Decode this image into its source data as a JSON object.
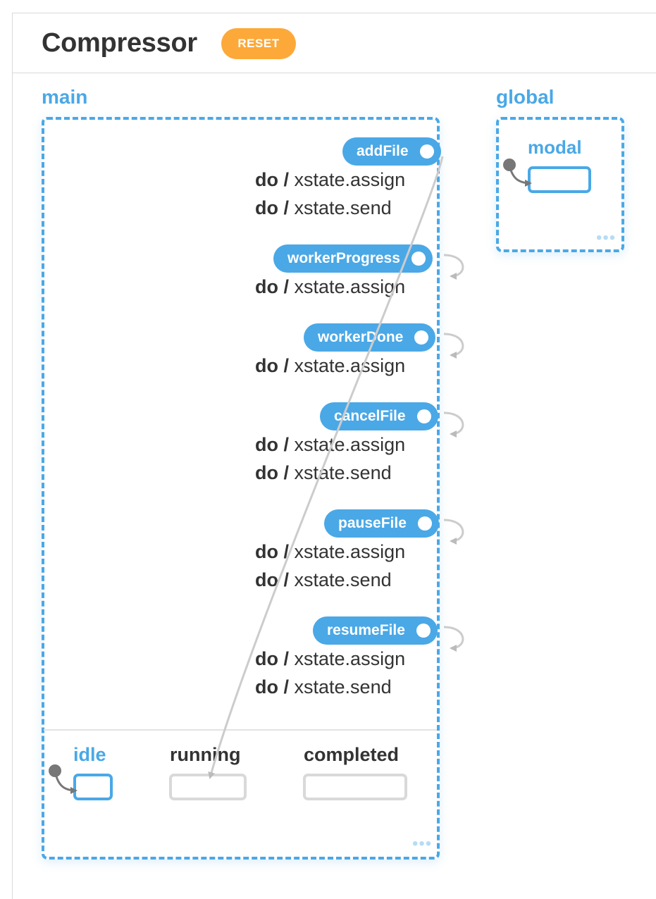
{
  "header": {
    "title": "Compressor",
    "reset_label": "RESET"
  },
  "colors": {
    "accent": "#4aa8e6",
    "reset": "#fca93a",
    "text": "#333333",
    "inactive": "#d9d9d9"
  },
  "regions": {
    "main": {
      "label": "main"
    },
    "global": {
      "label": "global"
    }
  },
  "events": [
    {
      "name": "addFile",
      "actions": [
        {
          "kw": "do /",
          "fn": "xstate.assign"
        },
        {
          "kw": "do /",
          "fn": "xstate.send"
        }
      ]
    },
    {
      "name": "workerProgress",
      "actions": [
        {
          "kw": "do /",
          "fn": "xstate.assign"
        }
      ]
    },
    {
      "name": "workerDone",
      "actions": [
        {
          "kw": "do /",
          "fn": "xstate.assign"
        }
      ]
    },
    {
      "name": "cancelFile",
      "actions": [
        {
          "kw": "do /",
          "fn": "xstate.assign"
        },
        {
          "kw": "do /",
          "fn": "xstate.send"
        }
      ]
    },
    {
      "name": "pauseFile",
      "actions": [
        {
          "kw": "do /",
          "fn": "xstate.assign"
        },
        {
          "kw": "do /",
          "fn": "xstate.send"
        }
      ]
    },
    {
      "name": "resumeFile",
      "actions": [
        {
          "kw": "do /",
          "fn": "xstate.assign"
        },
        {
          "kw": "do /",
          "fn": "xstate.send"
        }
      ]
    }
  ],
  "substates": {
    "idle": "idle",
    "running": "running",
    "completed": "completed",
    "modal": "modal"
  }
}
